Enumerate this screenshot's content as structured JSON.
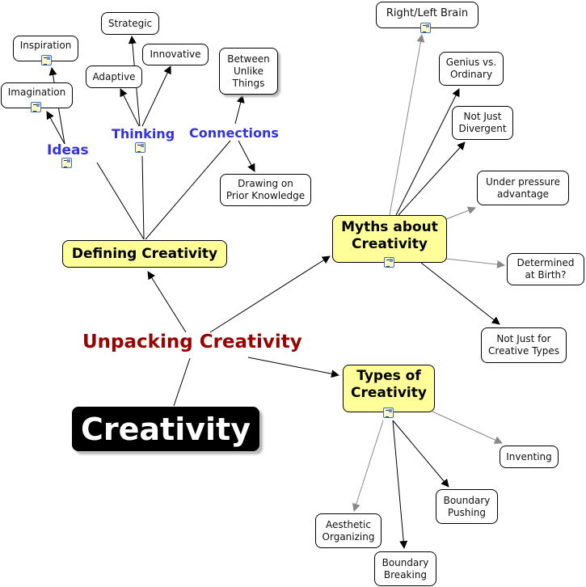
{
  "map_title": "Unpacking Creativity",
  "root": {
    "label": "Creativity"
  },
  "branches": {
    "defining": {
      "label": "Defining Creativity",
      "children": {
        "ideas": {
          "label": "Ideas",
          "children": [
            "Imagination",
            "Inspiration"
          ]
        },
        "thinking": {
          "label": "Thinking",
          "children": [
            "Adaptive",
            "Strategic",
            "Innovative"
          ]
        },
        "connections": {
          "label": "Connections",
          "children": [
            "Between\nUnlike\nThings",
            "Drawing on\nPrior Knowledge"
          ]
        }
      }
    },
    "myths": {
      "label": "Myths about\nCreativity",
      "children": [
        "Right/Left Brain",
        "Genius vs.\nOrdinary",
        "Not Just\nDivergent",
        "Under pressure\nadvantage",
        "Determined\nat Birth?",
        "Not Just for\nCreative Types"
      ]
    },
    "types": {
      "label": "Types of\nCreativity",
      "children": [
        "Inventing",
        "Boundary\nPushing",
        "Aesthetic\nOrganizing",
        "Boundary\nBreaking"
      ]
    }
  },
  "icons": {
    "attachment": "document-resource-icon"
  },
  "colors": {
    "topic_fill": "#ffff99",
    "title_red": "#990000",
    "concept_blue": "#3333dd",
    "root_fill": "#000000",
    "link_black": "#000000",
    "link_gray": "#888888"
  }
}
